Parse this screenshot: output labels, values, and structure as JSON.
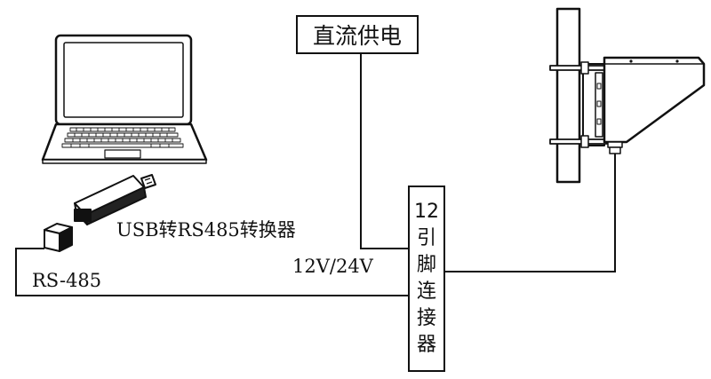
{
  "power_supply": {
    "label": "直流供电"
  },
  "connector": {
    "pin_count": "12",
    "label_chars": [
      "引",
      "脚",
      "连",
      "接",
      "器"
    ]
  },
  "usb_converter": {
    "label": "USB转RS485转换器"
  },
  "rs485": {
    "label": "RS-485"
  },
  "voltage": {
    "label": "12V/24V"
  },
  "colors": {
    "line": "#111111",
    "background": "#ffffff"
  }
}
